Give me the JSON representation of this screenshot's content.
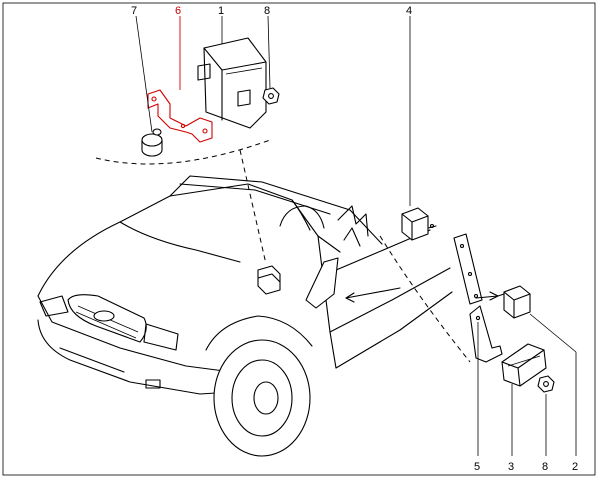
{
  "diagram": {
    "callouts": {
      "n1": "1",
      "n2": "2",
      "n3": "3",
      "n4": "4",
      "n5": "5",
      "n6": "6",
      "n7": "7",
      "n8_top": "8",
      "n8_bottom": "8"
    },
    "colors": {
      "highlight": "#d00000",
      "line": "#000000",
      "background": "#ffffff"
    }
  }
}
